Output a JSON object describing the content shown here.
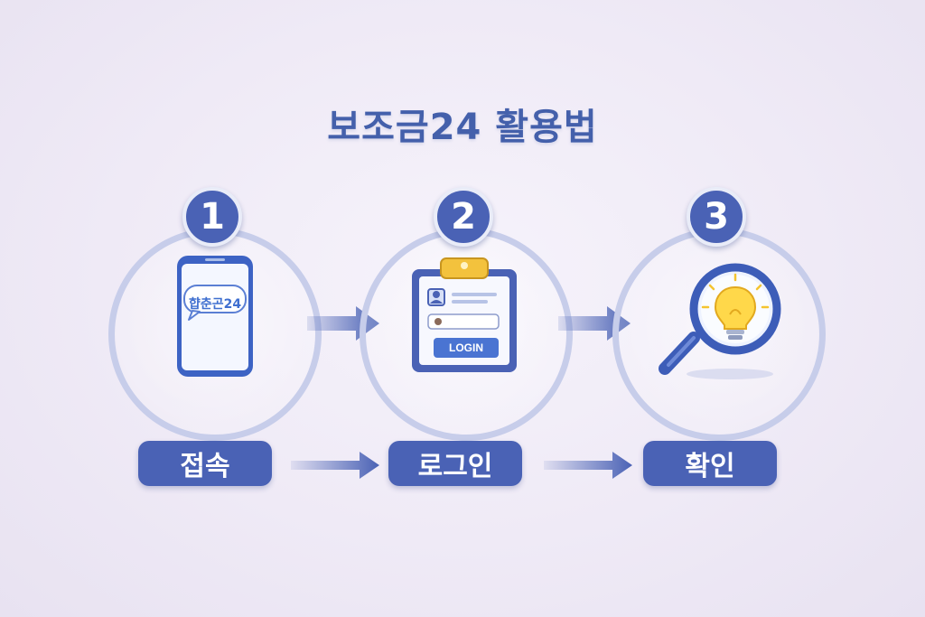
{
  "title": "보조금24 활용법",
  "steps": [
    {
      "number": "1",
      "label": "접속",
      "icon": "smartphone-icon",
      "screen_text": "햡춘곤24"
    },
    {
      "number": "2",
      "label": "로그인",
      "icon": "login-clipboard-icon",
      "button_text": "LOGIN"
    },
    {
      "number": "3",
      "label": "확인",
      "icon": "magnifier-lightbulb-icon"
    }
  ],
  "colors": {
    "primary": "#4a62b5",
    "ring": "#c7cdea",
    "background": "#efeaf6",
    "bulb": "#ffd84a"
  }
}
